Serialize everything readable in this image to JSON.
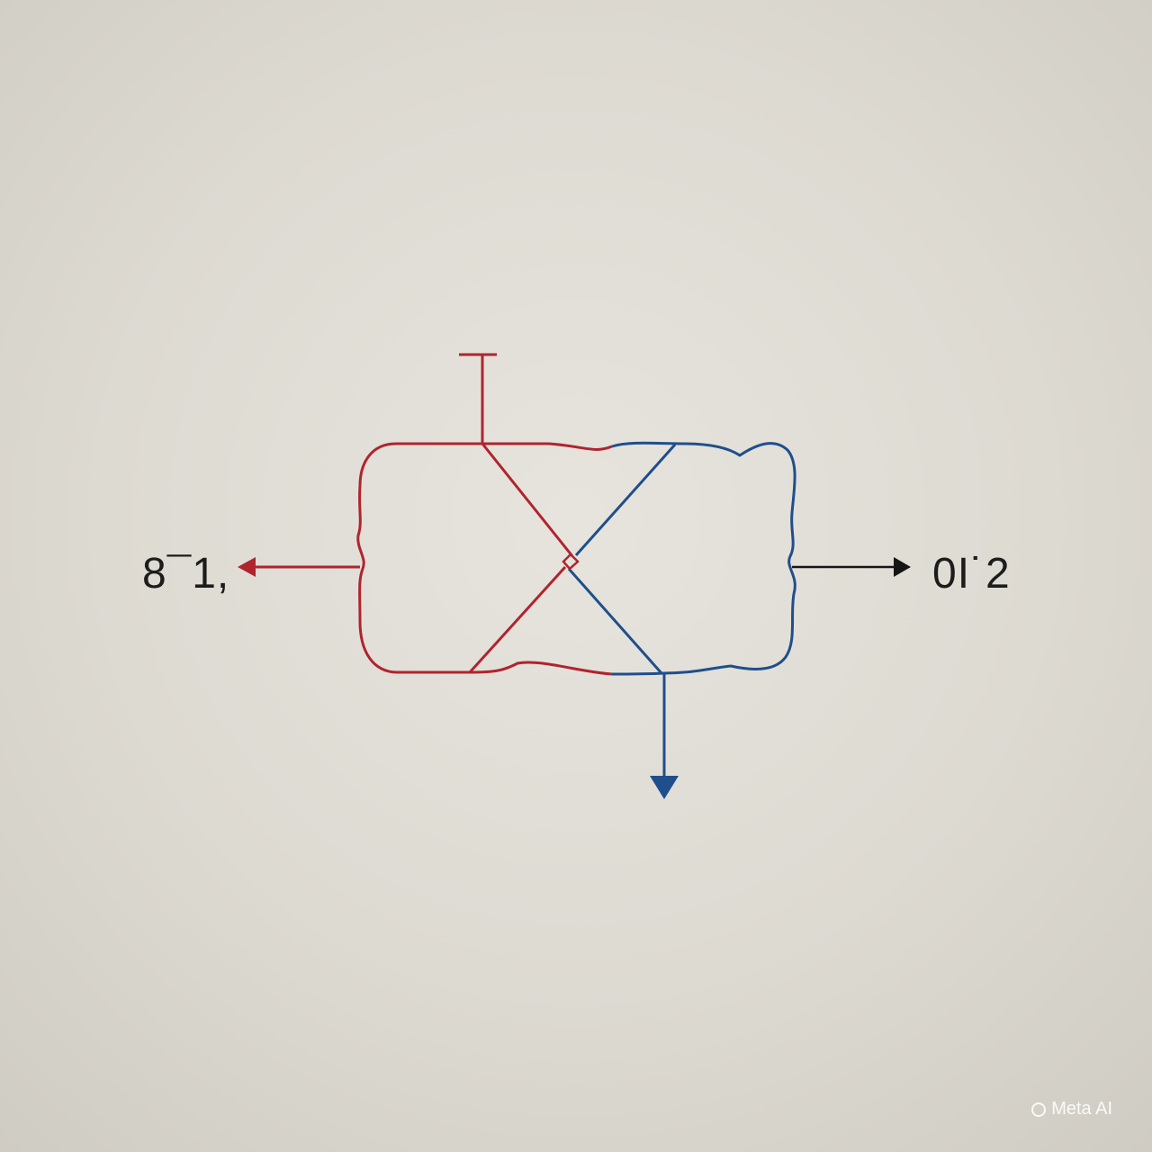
{
  "labels": {
    "left": "8¯1,",
    "right": "0I˙2"
  },
  "watermark": {
    "text": "Meta AI",
    "icon": "circle-ring-icon"
  },
  "colors": {
    "red": "#b0242e",
    "blue": "#1f4e8c",
    "black": "#151515",
    "background": "#dddad2"
  }
}
